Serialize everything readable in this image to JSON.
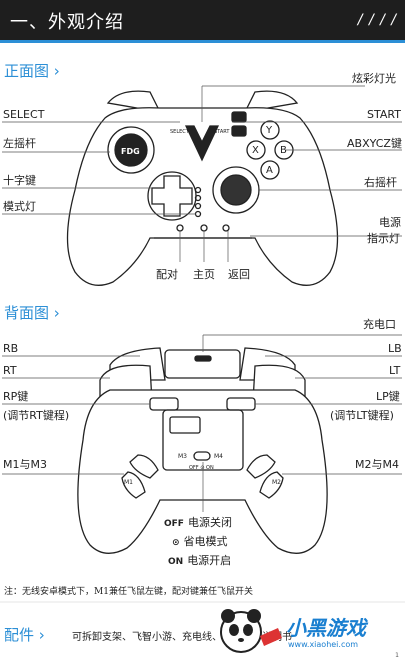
{
  "header": {
    "title": "一、外观介绍",
    "slashes": "/ / / /"
  },
  "front": {
    "section_title": "正面图",
    "labels": {
      "rgb_light": "炫彩灯光",
      "select": "SELECT",
      "start": "START",
      "left_stick": "左摇杆",
      "abxycz": "ABXYCZ键",
      "dpad": "十字键",
      "right_stick": "右摇杆",
      "mode_light": "模式灯",
      "power_light_1": "电源",
      "power_light_2": "指示灯",
      "pair": "配对",
      "home": "主页",
      "back": "返回"
    },
    "stick_logo": "FDG",
    "btn_small_select": "SELECT",
    "btn_small_start": "START",
    "face_buttons": {
      "y": "Y",
      "x": "X",
      "b": "B",
      "a": "A"
    }
  },
  "back": {
    "section_title": "背面图",
    "labels": {
      "charge_port": "充电口",
      "rb": "RB",
      "lb": "LB",
      "rt": "RT",
      "lt": "LT",
      "rp": "RP键",
      "rp_sub": "(调节RT键程)",
      "lp": "LP键",
      "lp_sub": "(调节LT键程)",
      "m1m3": "M1与M3",
      "m2m4": "M2与M4"
    },
    "switch_labels": {
      "m3": "M3",
      "m4": "M4",
      "m1": "M1",
      "m2": "M2",
      "off_on": "OFF ⊙ ON"
    },
    "legend": [
      {
        "tag": "OFF",
        "text": "电源关闭"
      },
      {
        "tag": "⊙",
        "text": "省电模式"
      },
      {
        "tag": "ON",
        "text": "电源开启"
      }
    ]
  },
  "note": "注：无线安卓模式下，M1兼任飞鼠左键，配对键兼任飞鼠开关",
  "accessories": {
    "section_title": "配件",
    "text": "可拆卸支架、飞智小游、充电线、接收器、说明书"
  },
  "watermark": {
    "text": "小黑游戏",
    "url": "www.xiaohei.com"
  },
  "page_number": "1",
  "colors": {
    "header_bg": "#1e1e1e",
    "accent": "#2c8fd6",
    "line": "#222222"
  }
}
